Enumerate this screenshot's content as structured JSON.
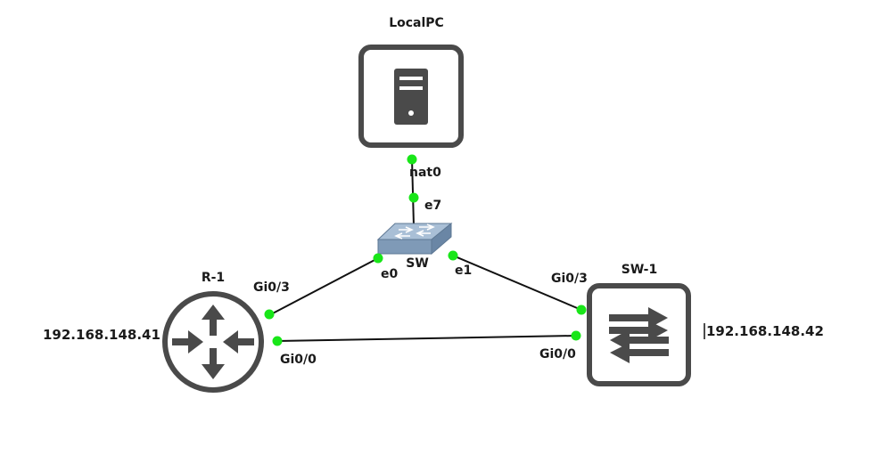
{
  "nodes": {
    "localpc": {
      "label": "LocalPC",
      "icon": "server-icon"
    },
    "sw": {
      "label": "SW",
      "icon": "ethernet-switch-icon"
    },
    "r1": {
      "label": "R-1",
      "icon": "router-icon",
      "ip": "192.168.148.41"
    },
    "sw1": {
      "label": "SW-1",
      "icon": "multilayer-switch-icon",
      "ip": "192.168.148.42"
    }
  },
  "links": [
    {
      "from": "LocalPC",
      "from_port": "nat0",
      "to": "SW",
      "to_port": "e7"
    },
    {
      "from": "SW",
      "from_port": "e0",
      "to": "R-1",
      "to_port": "Gi0/3"
    },
    {
      "from": "SW",
      "from_port": "e1",
      "to": "SW-1",
      "to_port": "Gi0/3"
    },
    {
      "from": "R-1",
      "from_port": "Gi0/0",
      "to": "SW-1",
      "to_port": "Gi0/0"
    }
  ],
  "colors": {
    "port_up": "#19e619",
    "link": "#111111",
    "icon_dark": "#4a4a4a",
    "switch_body": "#7f9ab7"
  }
}
